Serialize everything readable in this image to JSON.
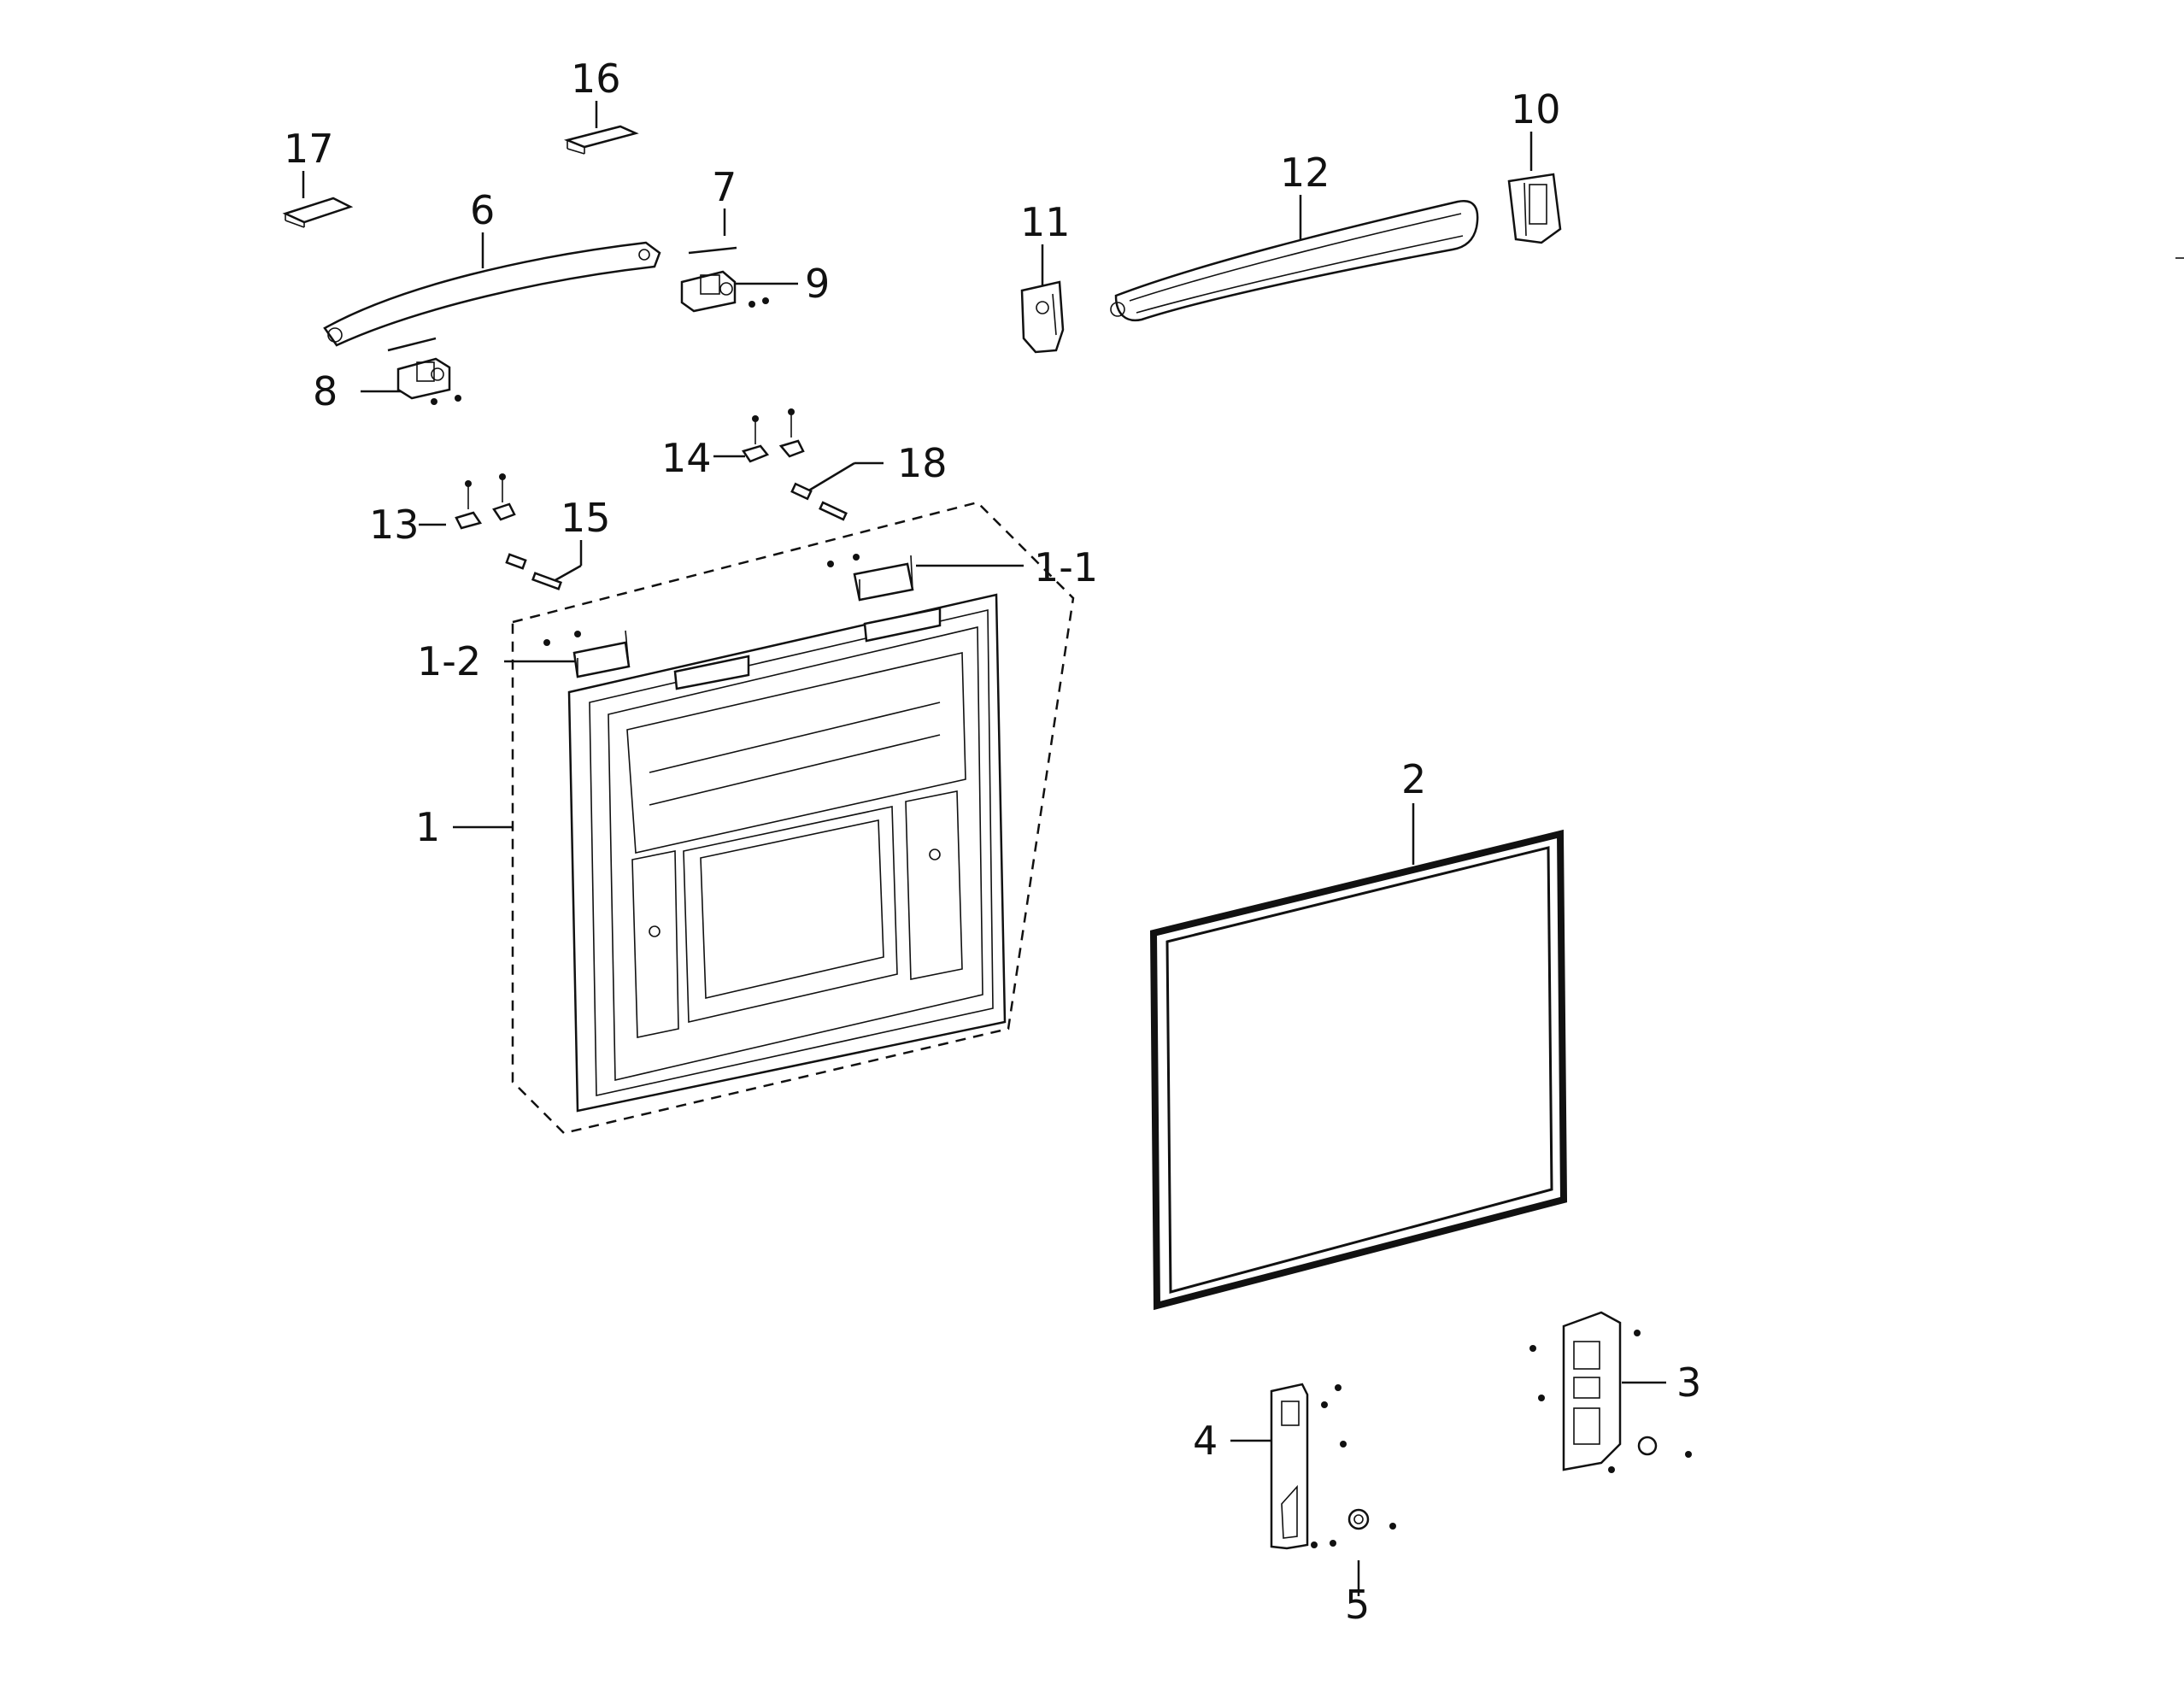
{
  "diagram": {
    "type": "exploded-parts-view",
    "labels": {
      "l1": "1",
      "l1_1": "1-1",
      "l1_2": "1-2",
      "l2": "2",
      "l3": "3",
      "l4": "4",
      "l5": "5",
      "l6": "6",
      "l7": "7",
      "l8": "8",
      "l9": "9",
      "l10": "10",
      "l11": "11",
      "l12": "12",
      "l13": "13",
      "l14": "14",
      "l15": "15",
      "l16": "16",
      "l17": "17",
      "l18": "18"
    }
  },
  "colors": {
    "line": "#111111",
    "background": "#ffffff"
  }
}
